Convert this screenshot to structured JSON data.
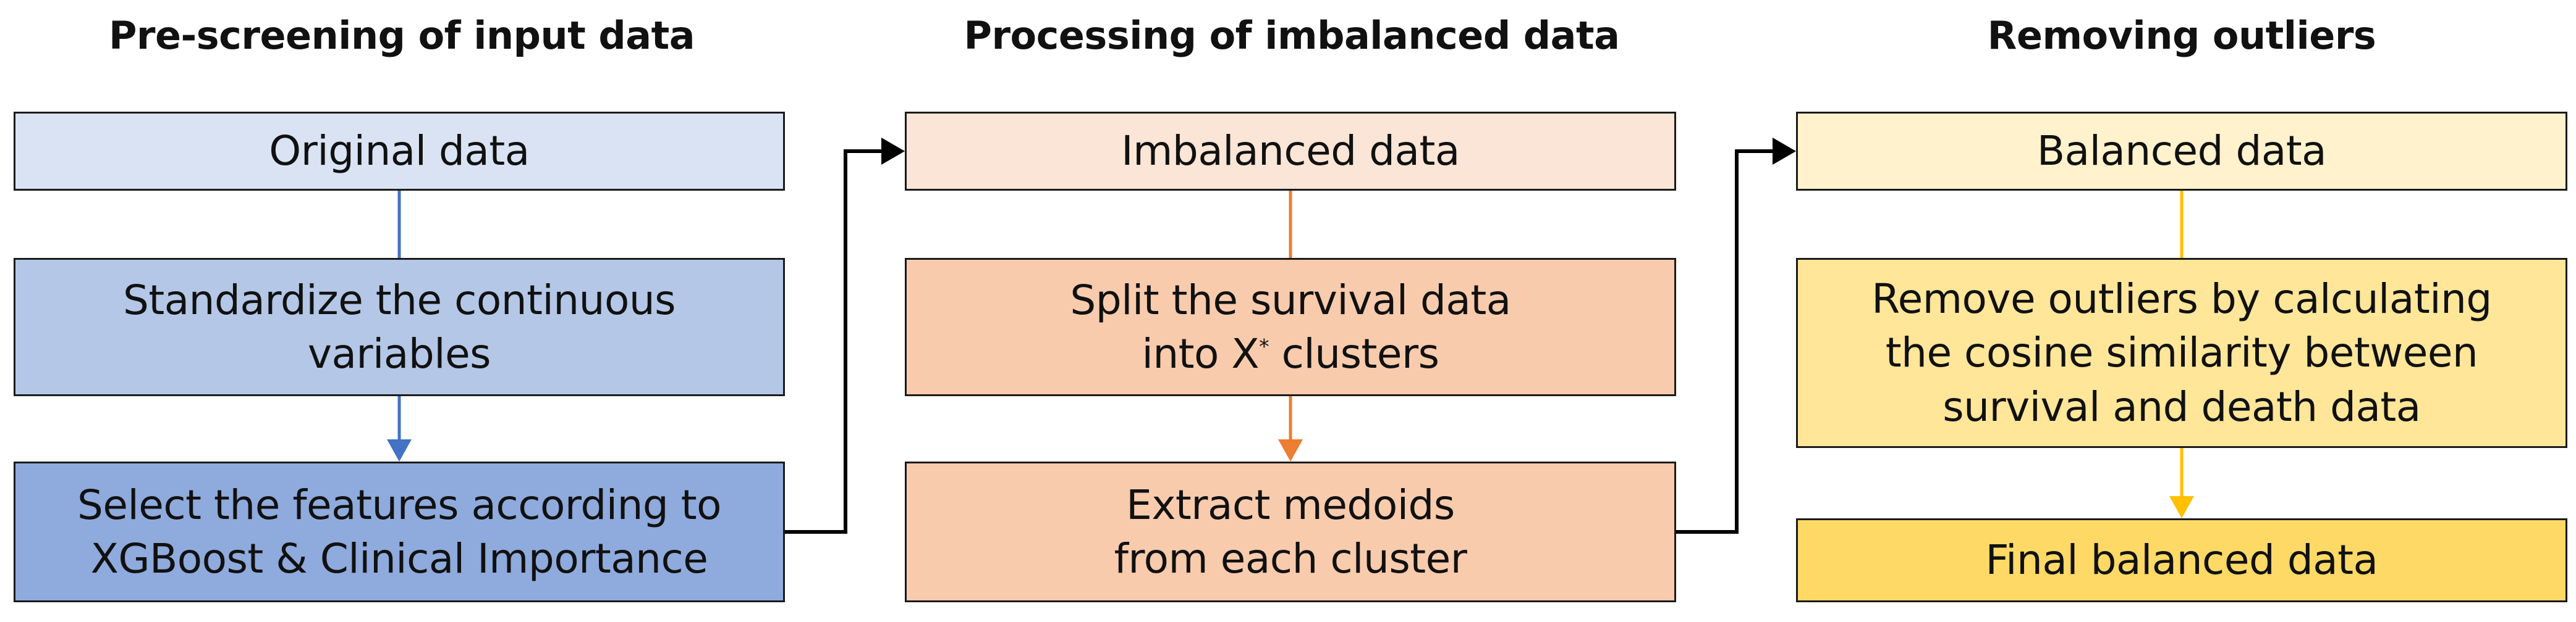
{
  "columns": [
    {
      "title": "Pre-screening of input data",
      "boxes": [
        {
          "lines": [
            "Original data"
          ]
        },
        {
          "lines": [
            "Standardize the continuous",
            "variables"
          ]
        },
        {
          "lines": [
            "Select the features according to",
            "XGBoost & Clinical Importance"
          ]
        }
      ]
    },
    {
      "title": "Processing of imbalanced data",
      "boxes": [
        {
          "lines": [
            "Imbalanced data"
          ]
        },
        {
          "lines": [
            "Split the survival data"
          ],
          "line2_pre": "into X",
          "line2_sup": "*",
          "line2_post": " clusters"
        },
        {
          "lines": [
            "Extract medoids",
            "from each cluster"
          ]
        }
      ]
    },
    {
      "title": "Removing outliers",
      "boxes": [
        {
          "lines": [
            "Balanced data"
          ]
        },
        {
          "lines": [
            "Remove outliers by calculating",
            "the cosine similarity between",
            "survival and death data"
          ]
        },
        {
          "lines": [
            "Final balanced data"
          ]
        }
      ]
    }
  ],
  "colors": {
    "col1": [
      "#dae3f3",
      "#b4c7e7",
      "#8faadc"
    ],
    "col2": [
      "#fbe5d6",
      "#f8cbad",
      "#f8cbad"
    ],
    "col3": [
      "#fff2cc",
      "#ffe699",
      "#ffd966"
    ],
    "arrow_col1": "#4472c4",
    "arrow_col2": "#ed7d31",
    "arrow_col3": "#ffc000",
    "connector": "#000000"
  }
}
